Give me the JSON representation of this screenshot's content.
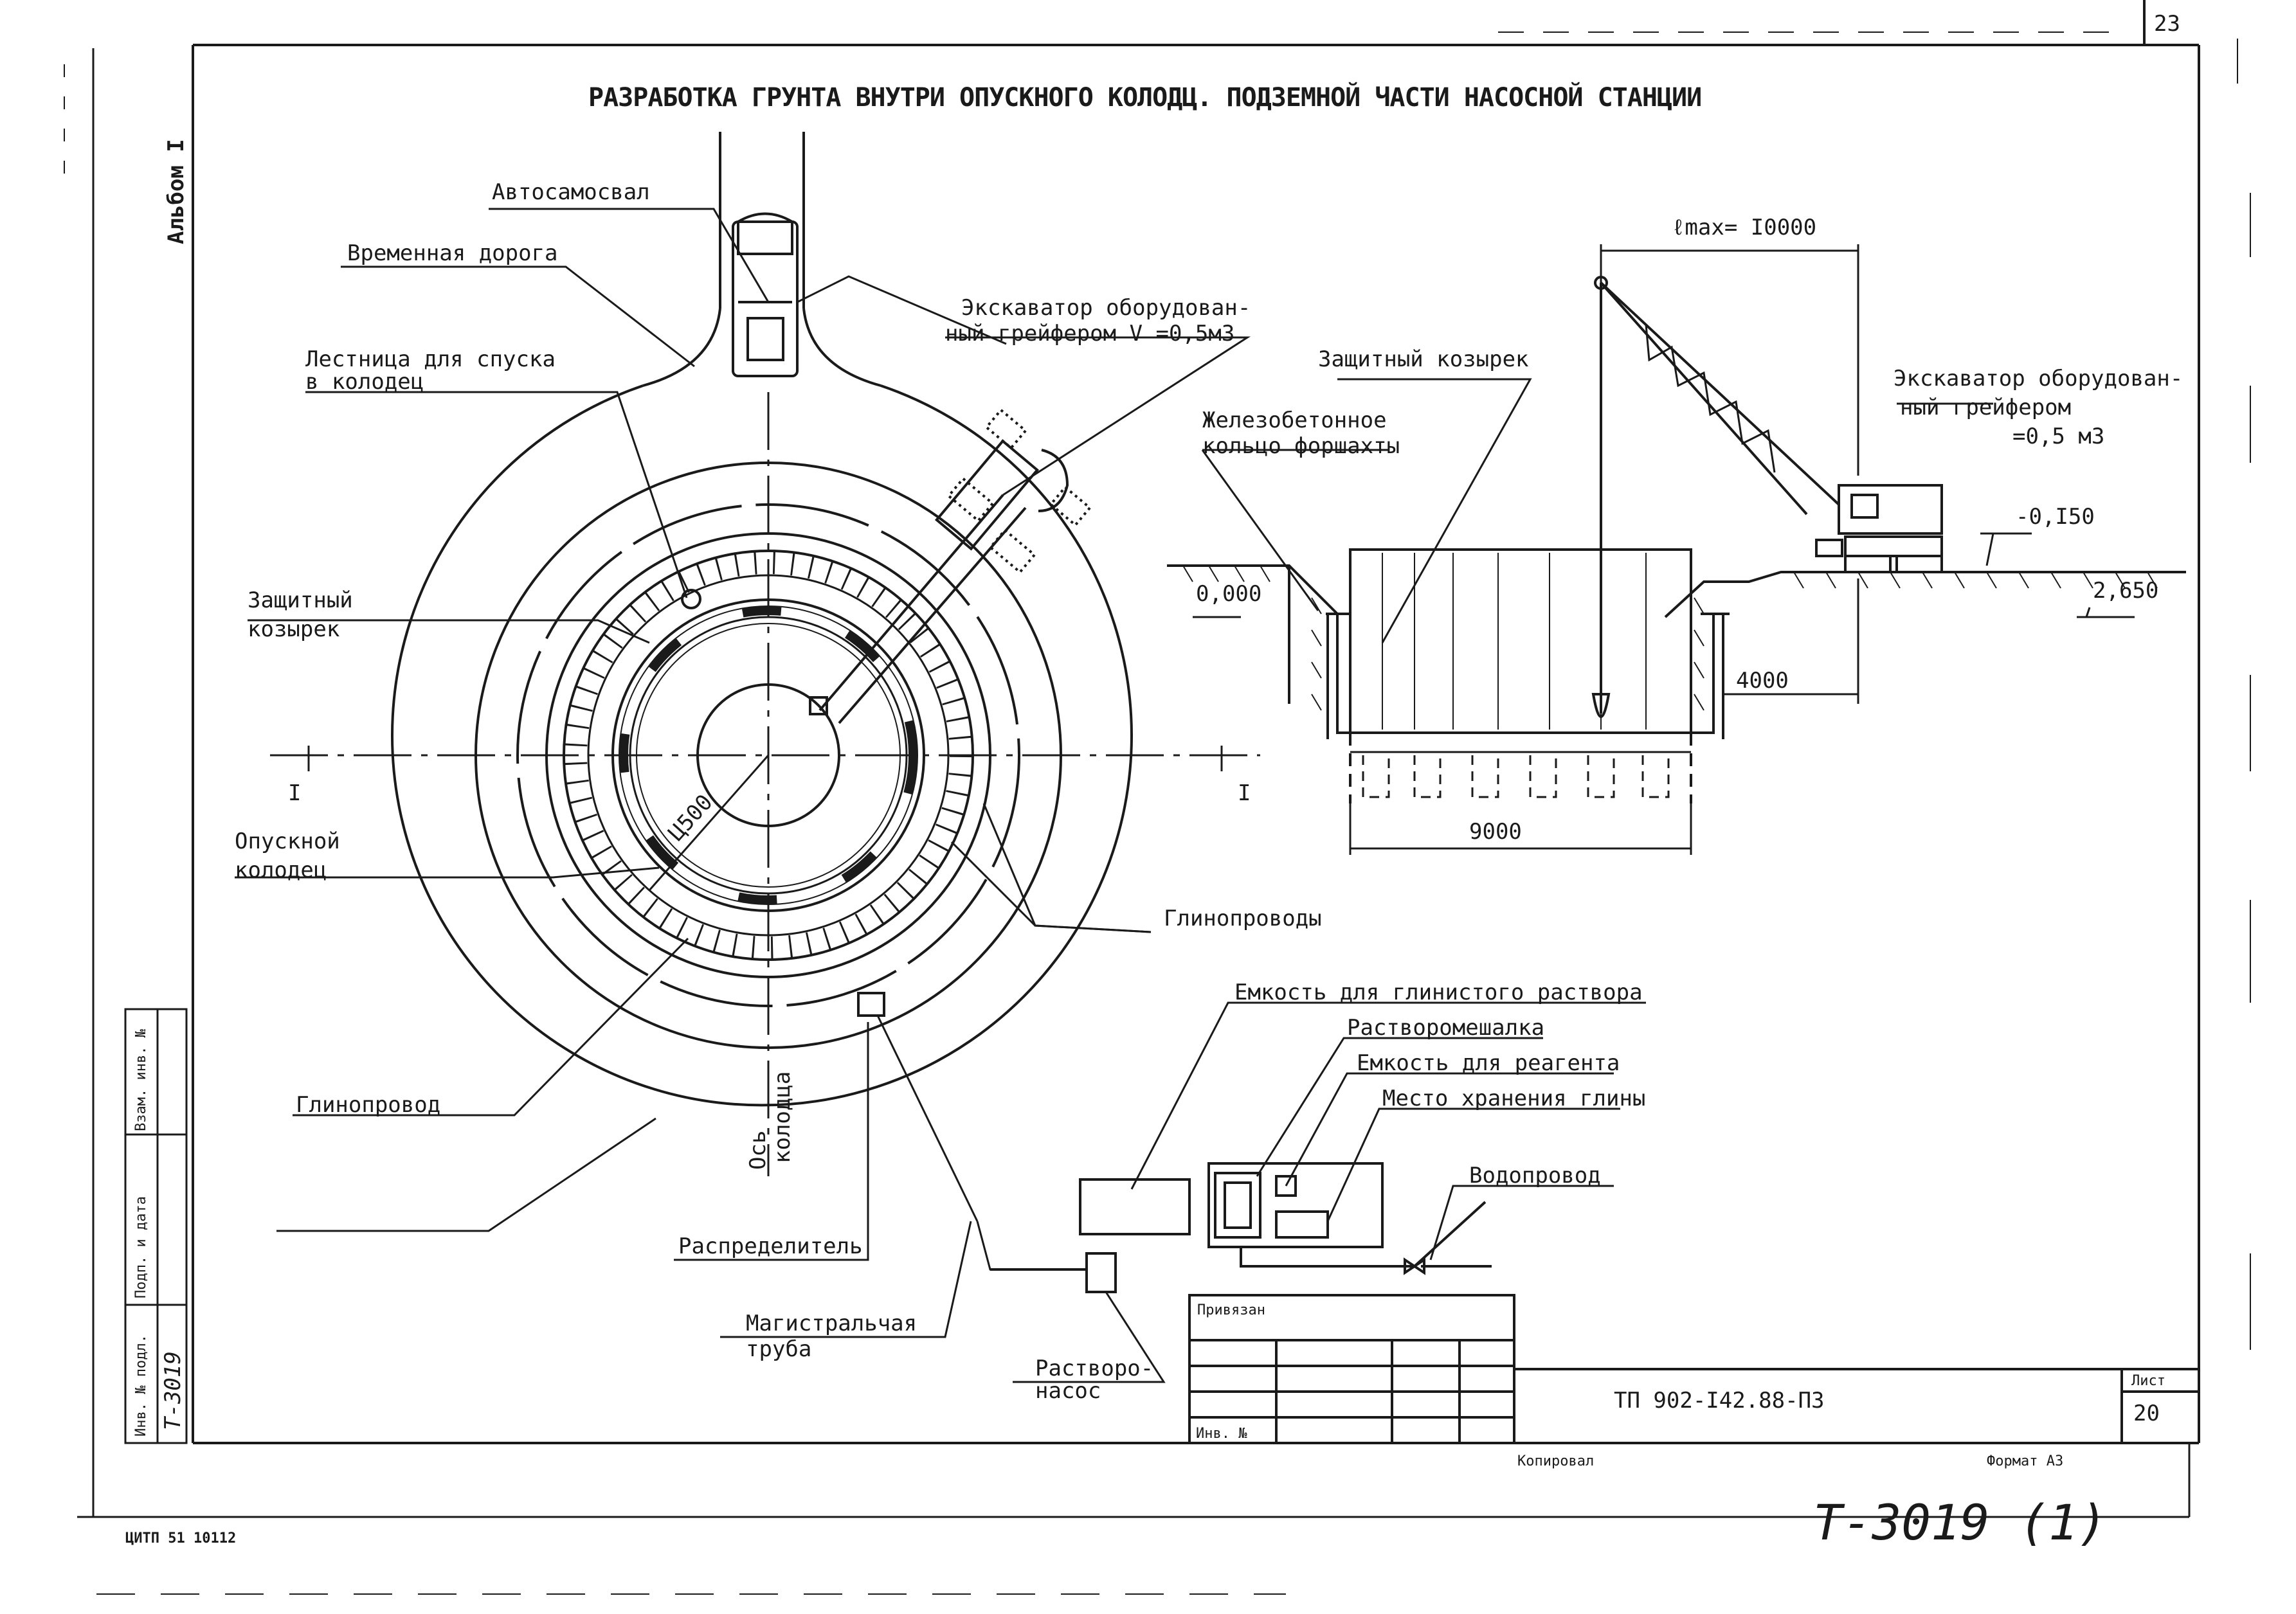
{
  "sheet": {
    "page_number": "23",
    "album_label": "Альбом I",
    "title": "РАЗРАБОТКА ГРУНТА ВНУТРИ ОПУСКНОГО КОЛОДЦ. ПОДЗЕМНОЙ ЧАСТИ НАСОСНОЙ СТАНЦИИ",
    "bottom_code": "ЦИТП 51 10112",
    "stamp": "Т-3019 (1)",
    "copied_by": "Копировал",
    "format": "Формат А3"
  },
  "plan": {
    "dump_truck": "Автосамосвал",
    "temp_road": "Временная дорога",
    "ladder_line1": "Лестница для спуска",
    "ladder_line2": "в колодец",
    "excavator_line1": "Экскаватор оборудован-",
    "excavator_line2": "ный грейфером V =0,5м3",
    "canopy_line1": "Защитный",
    "canopy_line2": "козырек",
    "well_line1": "Опускной",
    "well_line2": "колодец",
    "diameter": "Ц500",
    "section_mark_left": "I",
    "section_mark_right": "I",
    "well_axis_line1": "Ось",
    "well_axis_line2": "колодца",
    "clay_pipes": "Глинопроводы",
    "clay_pipe": "Глинопровод",
    "distributor": "Распределитель",
    "main_pipe_line1": "Магистральчая",
    "main_pipe_line2": "труба",
    "clay_tank": "Емкость для глинистого раствора",
    "mixer": "Растворомешалка",
    "reagent_tank": "Емкость для реагента",
    "clay_storage": "Место хранения глины",
    "water_pipe": "Водопровод",
    "pump_line1": "Растворо-",
    "pump_line2": "насос"
  },
  "section": {
    "lmax": "ℓmax= I0000",
    "canopy": "Защитный козырек",
    "ring_line1": "Железобетонное",
    "ring_line2": "кольцо форшахты",
    "excavator_line1": "Экскаватор оборудован-",
    "excavator_line2": "ный грейфером",
    "excavator_line3": "=0,5 м3",
    "elev_top": "-0,I50",
    "elev_left": "0,000",
    "elev_right": "2,650",
    "dim_4000": "4000",
    "dim_9000": "9000"
  },
  "side_stamp": {
    "inv_no_orig": "Инв. № подл.",
    "sign_date": "Подп. и дата",
    "replace_inv": "Взам. инв. №",
    "inv_value": "Т-3019"
  },
  "title_block": {
    "bound": "Привязан",
    "inv_no": "Инв. №",
    "designation": "ТП 902-I42.88-ПЗ",
    "sheet_label": "Лист",
    "sheet_value": "20"
  },
  "colors": {
    "ink": "#1a1a1a",
    "paper": "#ffffff"
  }
}
